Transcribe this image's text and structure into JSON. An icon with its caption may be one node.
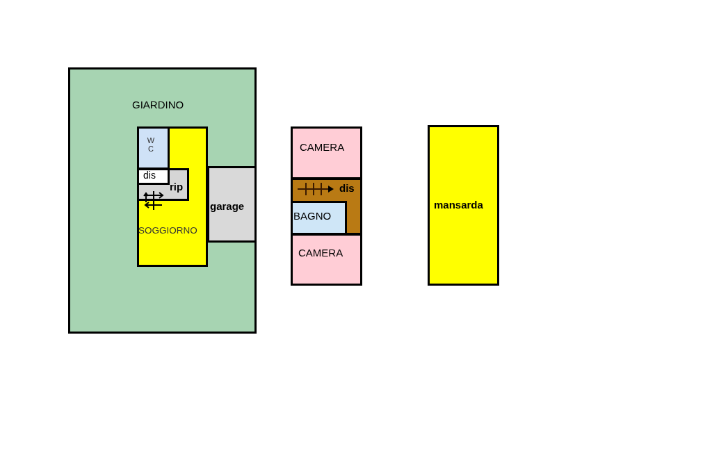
{
  "diagram": {
    "nodes": [
      {
        "text": [
          "GIARDINO"
        ]
      },
      {
        "text": [
          "SOGGIORNO"
        ],
        "in": 0
      },
      {
        "text": [
          "W C"
        ],
        "in": 1
      },
      {
        "text": [
          "rip"
        ],
        "in": 1
      },
      {
        "text": [
          "dis"
        ],
        "in": 3
      },
      {
        "text": [
          "garage"
        ],
        "in": 0
      },
      {
        "text": [
          "CAMERA"
        ]
      },
      {
        "text": [
          "dis"
        ]
      },
      {
        "text": [
          "BAGNO"
        ],
        "in": 7
      },
      {
        "text": [
          "CAMERA"
        ]
      },
      {
        "text": [
          "mansarda"
        ]
      }
    ]
  }
}
